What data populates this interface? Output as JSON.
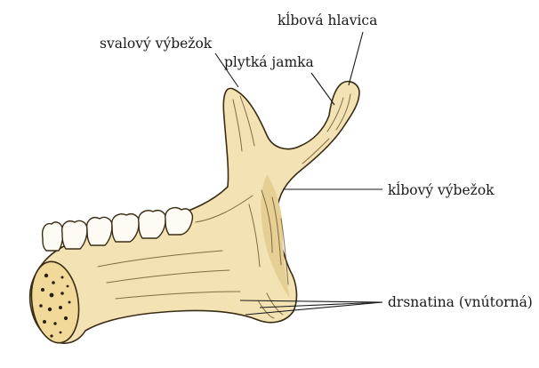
{
  "labels": {
    "muscular_process": "svalový výbežok",
    "shallow_fossa": "plytká jamka",
    "condylar_head": "kĺbová hlavica",
    "condylar_process": "kĺbový výbežok",
    "tuberosity": "drsnatina (vnútorná)"
  },
  "colors": {
    "bone": "#f3e2b3",
    "bone_shadow": "#e6cf95",
    "outline": "#3a2c14",
    "tooth": "#fdfbf4",
    "label_text": "#1a1a1a"
  }
}
